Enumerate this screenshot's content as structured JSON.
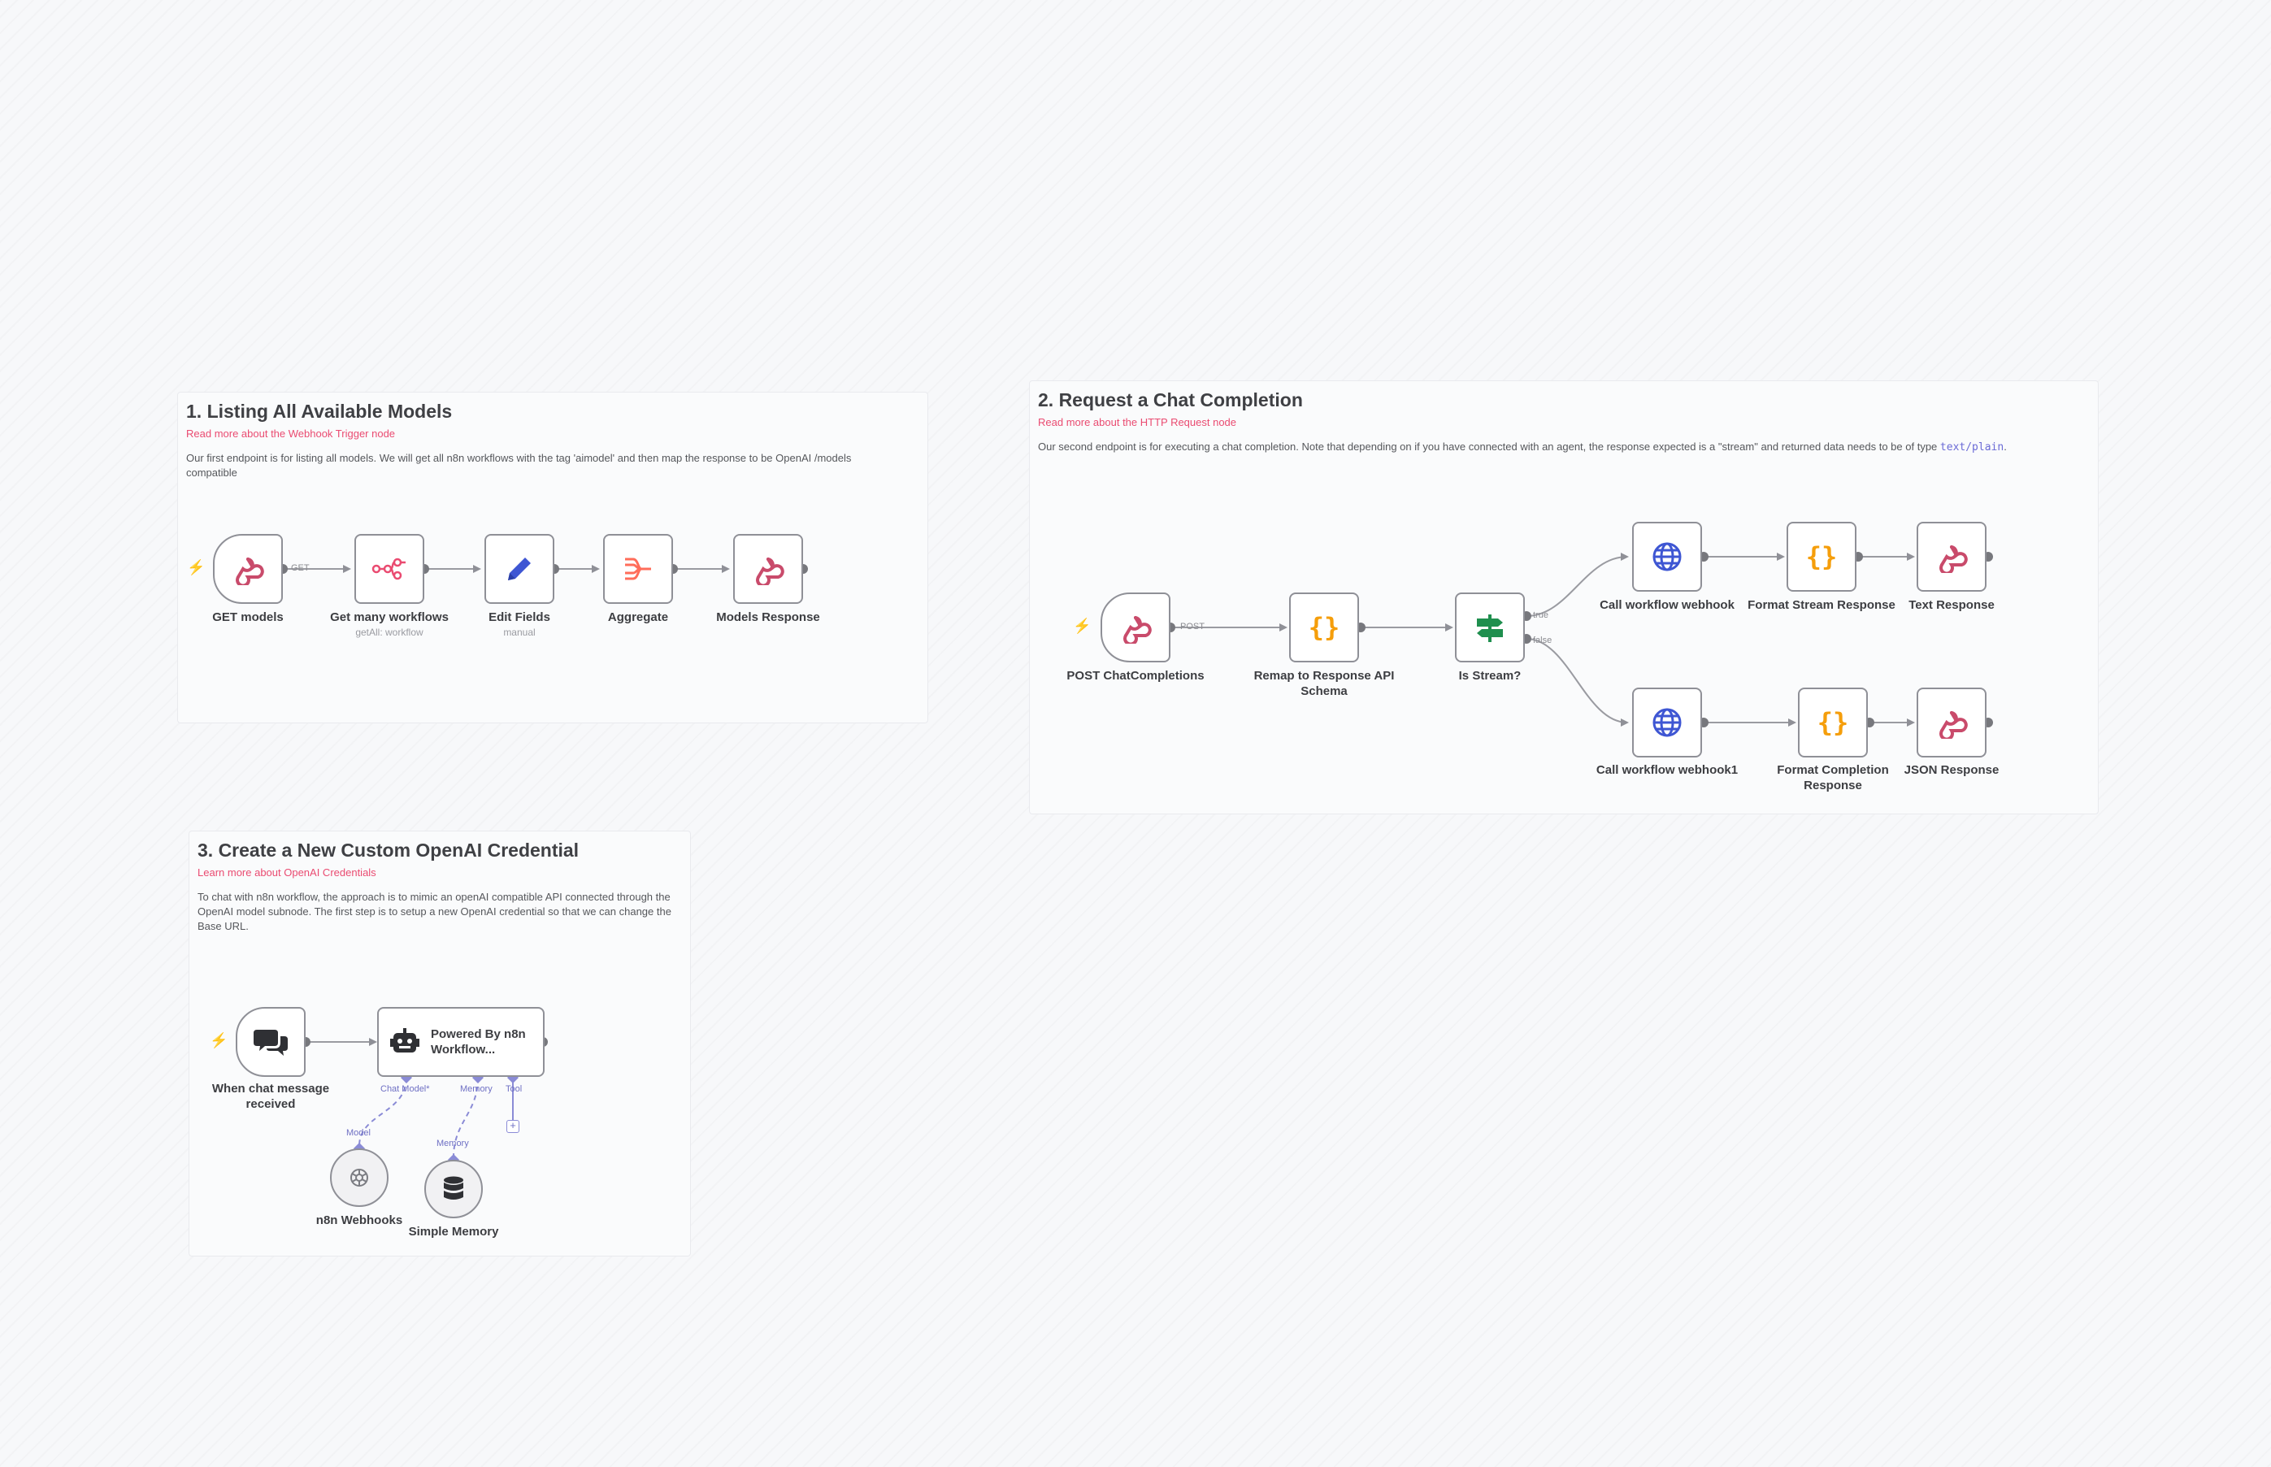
{
  "notes": {
    "note1": {
      "title": "1. Listing All Available Models",
      "link": "Read more about the Webhook Trigger node",
      "description": "Our first endpoint is for listing all models. We will get all n8n workflows with the tag 'aimodel' and then map the response to be OpenAI /models compatible"
    },
    "note2": {
      "title": "2. Request a Chat Completion",
      "link": "Read more about the HTTP Request node",
      "description": "Our second endpoint is for executing a chat completion. Note that depending on if you have connected with an agent, the response expected is a \"stream\" and returned data needs to be of type",
      "code": "text/plain",
      "description_end": "."
    },
    "note3": {
      "title": "3. Create a New Custom OpenAI Credential",
      "link": "Learn more about OpenAI Credentials",
      "description": "To chat with n8n workflow, the approach is to mimic an openAI compatible API connected through the OpenAI model subnode. The first step is to setup a new OpenAI credential so that we can change the Base URL."
    }
  },
  "nodes": {
    "get_models": {
      "label": "GET models",
      "edge_label": "GET"
    },
    "get_many_workflows": {
      "label": "Get many workflows",
      "sub": "getAll: workflow"
    },
    "edit_fields": {
      "label": "Edit Fields",
      "sub": "manual"
    },
    "aggregate": {
      "label": "Aggregate"
    },
    "models_response": {
      "label": "Models Response"
    },
    "post_chat": {
      "label": "POST ChatCompletions",
      "edge_label": "POST"
    },
    "remap": {
      "label": "Remap to Response API Schema"
    },
    "is_stream": {
      "label": "Is Stream?",
      "true_label": "true",
      "false_label": "false"
    },
    "call_webhook": {
      "label": "Call workflow webhook"
    },
    "format_stream": {
      "label": "Format Stream Response"
    },
    "text_response": {
      "label": "Text Response"
    },
    "call_webhook1": {
      "label": "Call workflow webhook1"
    },
    "format_completion": {
      "label": "Format Completion Response"
    },
    "json_response": {
      "label": "JSON Response"
    },
    "chat_trigger": {
      "label": "When chat message received"
    },
    "agent": {
      "label": "Powered By n8n Workflow...",
      "port_chat": "Chat Model*",
      "port_memory": "Memory",
      "port_tool": "Tool"
    },
    "n8n_webhooks": {
      "label": "n8n Webhooks",
      "port": "Model"
    },
    "simple_memory": {
      "label": "Simple Memory",
      "port": "Memory"
    }
  },
  "colors": {
    "webhook": "#c94b6b",
    "link": "#ea4b71",
    "code_brace": "#f59e0b",
    "http_globe": "#3e56d3",
    "if_green": "#1f8f4e",
    "edit_pen": "#3e56d3",
    "aggregate": "#ff6d5a",
    "subnode_port": "#6f70c4"
  }
}
